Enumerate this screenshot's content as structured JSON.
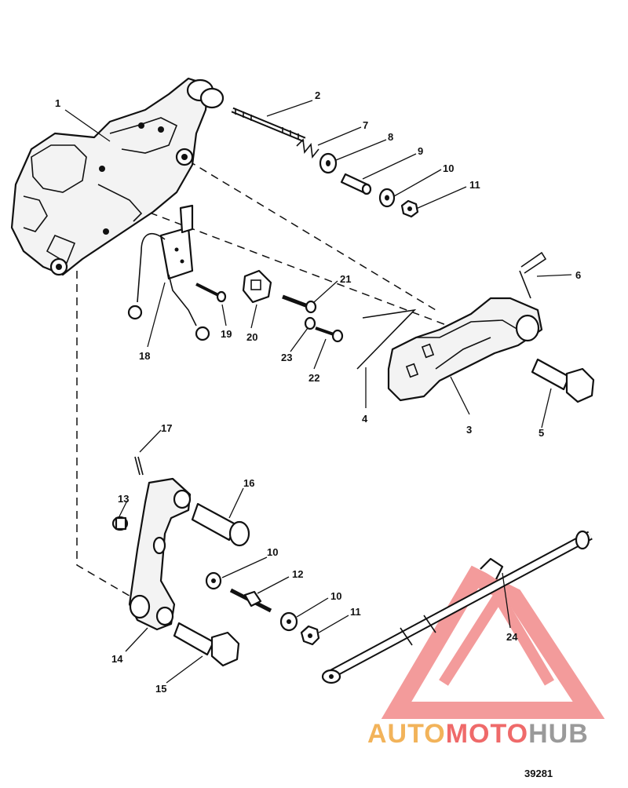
{
  "diagram": {
    "figure_number": "39281",
    "callouts": [
      "1",
      "2",
      "3",
      "4",
      "5",
      "6",
      "7",
      "8",
      "9",
      "10",
      "11",
      "12",
      "13",
      "14",
      "15",
      "16",
      "17",
      "18",
      "19",
      "20",
      "21",
      "22",
      "23",
      "24",
      "10",
      "11"
    ],
    "watermark": {
      "text_auto": "AUTO",
      "text_moto": "MOTO",
      "text_hub": "HUB",
      "colors": {
        "auto": "#f2b35a",
        "moto": "#ef6a6a",
        "hub": "#9a9a9a",
        "triangle": "#f07a7a"
      }
    }
  }
}
